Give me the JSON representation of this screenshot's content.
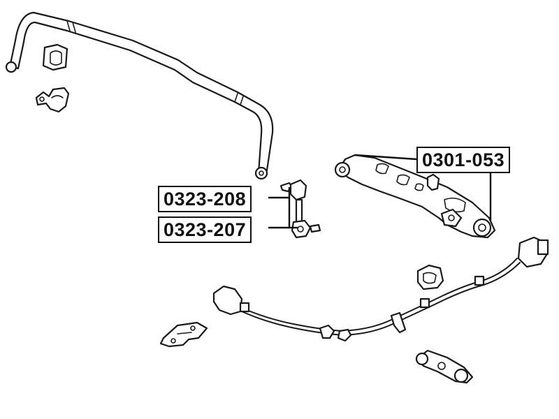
{
  "part_labels": {
    "control_arm": "0301-053",
    "link_upper": "0323-208",
    "link_lower": "0323-207"
  },
  "colors": {
    "line": "#1a1a1a",
    "background": "#ffffff"
  }
}
